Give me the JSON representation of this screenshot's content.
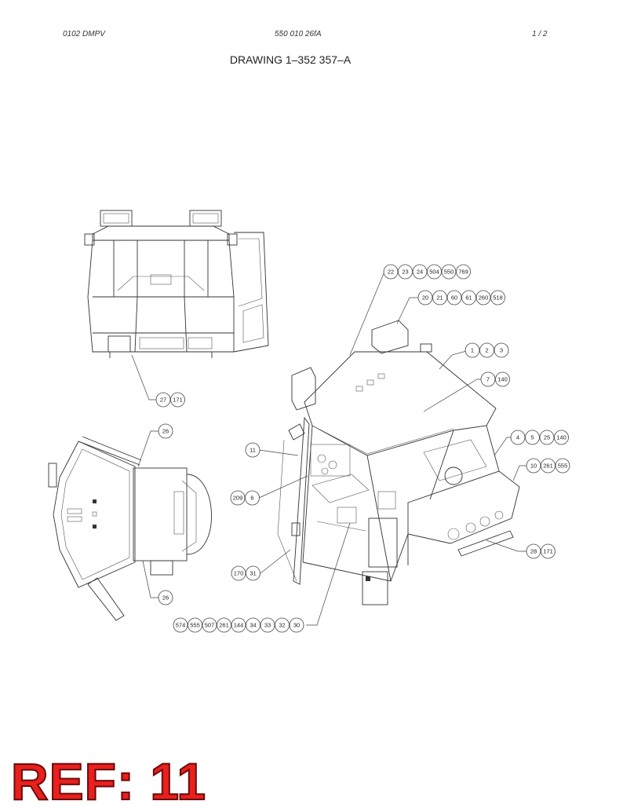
{
  "header": {
    "left": "0102 DMPV",
    "middle": "550 010 26fA",
    "right": "1 /   2"
  },
  "title": "DRAWING 1–352 357–A",
  "ref_label": "REF: 11",
  "callouts": [
    {
      "id": "g1",
      "labels": [
        "22",
        "23",
        "24",
        "504",
        "550",
        "769"
      ]
    },
    {
      "id": "g2",
      "labels": [
        "20",
        "21",
        "60",
        "61",
        "260",
        "518"
      ]
    },
    {
      "id": "g3",
      "labels": [
        "1",
        "2",
        "3"
      ]
    },
    {
      "id": "g4",
      "labels": [
        "7",
        "140"
      ]
    },
    {
      "id": "g5",
      "labels": [
        "27",
        "171"
      ]
    },
    {
      "id": "g6",
      "labels": [
        "26"
      ]
    },
    {
      "id": "g7",
      "labels": [
        "11"
      ]
    },
    {
      "id": "g8",
      "labels": [
        "4",
        "5",
        "25",
        "140"
      ]
    },
    {
      "id": "g9",
      "labels": [
        "10",
        "261",
        "555"
      ]
    },
    {
      "id": "g10",
      "labels": [
        "209",
        "6"
      ]
    },
    {
      "id": "g11",
      "labels": [
        "28",
        "171"
      ]
    },
    {
      "id": "g12",
      "labels": [
        "170",
        "31"
      ]
    },
    {
      "id": "g13",
      "labels": [
        "26"
      ]
    },
    {
      "id": "g14",
      "labels": [
        "574",
        "555",
        "507",
        "261",
        "144",
        "34",
        "33",
        "32",
        "30"
      ]
    }
  ]
}
